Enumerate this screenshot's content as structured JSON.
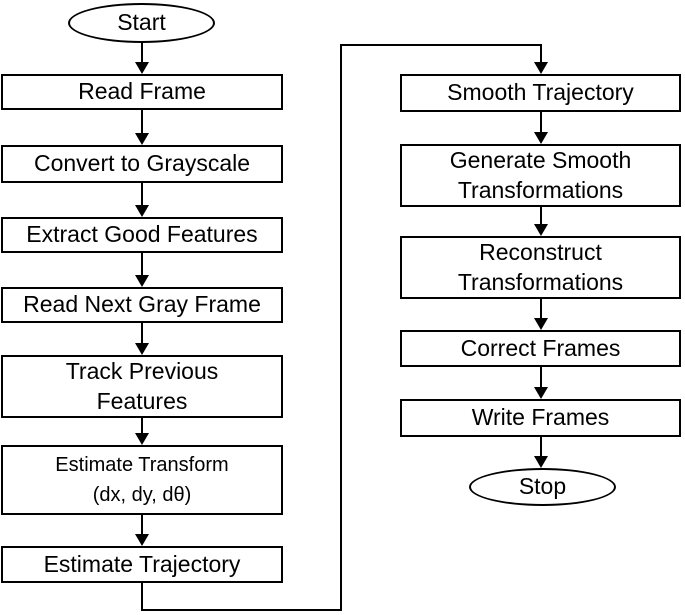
{
  "diagram": {
    "background_color": "#ffffff",
    "line_color": "#000000",
    "text_color": "#000000",
    "node_fill_color": "#ffffff",
    "nodes": {
      "start": {
        "label": "Start"
      },
      "read_frame": {
        "label": "Read Frame"
      },
      "convert_to_grayscale": {
        "label": "Convert to Grayscale"
      },
      "extract_good_features": {
        "label": "Extract Good Features"
      },
      "read_next_gray_frame": {
        "label": "Read Next Gray Frame"
      },
      "track_previous_features": {
        "label": [
          "Track Previous",
          "Features"
        ]
      },
      "estimate_transform": {
        "label": [
          "Estimate Transform",
          "(dx, dy, dθ)"
        ]
      },
      "estimate_trajectory": {
        "label": "Estimate Trajectory"
      },
      "smooth_trajectory": {
        "label": "Smooth Trajectory"
      },
      "generate_smooth_transformations": {
        "label": [
          "Generate Smooth",
          "Transformations"
        ]
      },
      "reconstruct_transformations": {
        "label": [
          "Reconstruct",
          "Transformations"
        ]
      },
      "correct_frames": {
        "label": "Correct Frames"
      },
      "write_frames": {
        "label": "Write Frames"
      },
      "stop": {
        "label": "Stop"
      }
    },
    "edges": [
      {
        "from": "start",
        "to": "read_frame"
      },
      {
        "from": "read_frame",
        "to": "convert_to_grayscale"
      },
      {
        "from": "convert_to_grayscale",
        "to": "extract_good_features"
      },
      {
        "from": "extract_good_features",
        "to": "read_next_gray_frame"
      },
      {
        "from": "read_next_gray_frame",
        "to": "track_previous_features"
      },
      {
        "from": "track_previous_features",
        "to": "estimate_transform"
      },
      {
        "from": "estimate_transform",
        "to": "estimate_trajectory"
      },
      {
        "from": "estimate_trajectory",
        "to": "smooth_trajectory"
      },
      {
        "from": "smooth_trajectory",
        "to": "generate_smooth_transformations"
      },
      {
        "from": "generate_smooth_transformations",
        "to": "reconstruct_transformations"
      },
      {
        "from": "reconstruct_transformations",
        "to": "correct_frames"
      },
      {
        "from": "correct_frames",
        "to": "write_frames"
      },
      {
        "from": "write_frames",
        "to": "stop"
      }
    ]
  }
}
